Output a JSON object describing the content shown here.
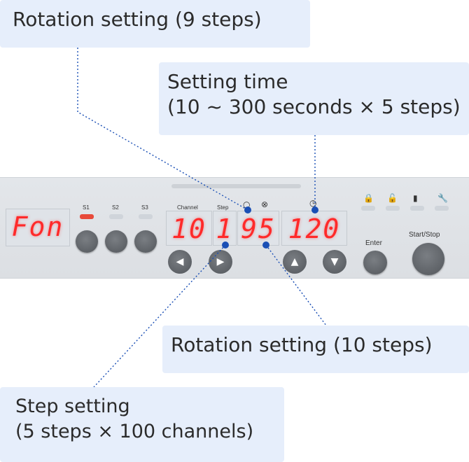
{
  "callouts": {
    "rotation_9": "Rotation setting (9 steps)",
    "setting_time_line1": "Setting time",
    "setting_time_line2": "(10 ~ 300 seconds × 5 steps)",
    "rotation_10": "Rotation setting (10 steps)",
    "step_line1": "Step setting",
    "step_line2": "(5 steps × 100 channels)"
  },
  "panel": {
    "program_display": "Fon",
    "s_labels": [
      "S1",
      "S2",
      "S3"
    ],
    "channel_label": "Channel",
    "step_label": "Step",
    "channel_value": "10",
    "step_value": "1",
    "rotation_value": "95",
    "time_value": "120",
    "enter_label": "Enter",
    "start_stop_label": "Start/Stop"
  },
  "colors": {
    "accent": "#1a4fb5",
    "display_red": "#ff2a2a",
    "callout_bg": "#e6eefb"
  }
}
